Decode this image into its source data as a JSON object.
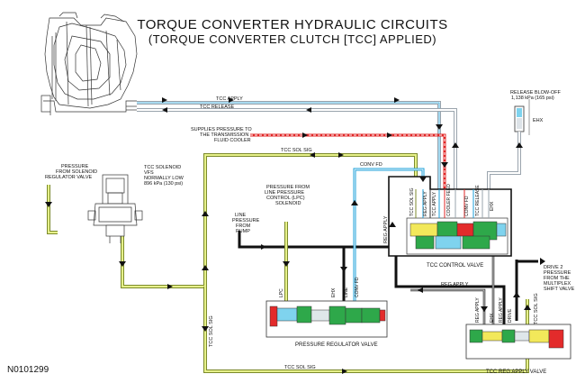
{
  "title": "TORQUE CONVERTER HYDRAULIC CIRCUITS",
  "subtitle": "(TORQUE CONVERTER CLUTCH [TCC] APPLIED)",
  "figure_id": "N0101299",
  "labels": {
    "tcc_apply": "TCC APPLY",
    "tcc_release": "TCC RELEASE",
    "release_blowoff_1": "RELEASE BLOW-OFF",
    "release_blowoff_2": "1,138 kPa (165 psi)",
    "ehx": "EHX",
    "cooler_1": "SUPPLIES PRESSURE TO",
    "cooler_2": "THE TRANSMISSION",
    "cooler_3": "FLUID COOLER",
    "tcc_sol_sig": "TCC SOL SIG",
    "pressure_sol_1": "PRESSURE",
    "pressure_sol_2": "FROM SOLENOID",
    "pressure_sol_3": "REGULATOR VALVE",
    "tcc_solenoid_1": "TCC SOLENOID",
    "tcc_solenoid_2": "VFS",
    "tcc_solenoid_3": "NORMALLY LOW",
    "tcc_solenoid_4": "896 kPa (130 psi)",
    "conv_fd": "CONV FD",
    "line_pump_1": "LINE",
    "line_pump_2": "PRESSURE",
    "line_pump_3": "FROM",
    "line_pump_4": "PUMP",
    "lpc_1": "PRESSURE FROM",
    "lpc_2": "LINE PRESSURE",
    "lpc_3": "CONTROL (LPC)",
    "lpc_4": "SOLENOID",
    "reg_apply": "REG APPLY",
    "cooler_feed": "COOLER FEED",
    "tcc_control_valve": "TCC CONTROL VALVE",
    "drive2_1": "DRIVE 2",
    "drive2_2": "PRESSURE",
    "drive2_3": "FROM THE",
    "drive2_4": "MULTIPLEX",
    "drive2_5": "SHIFT VALVE",
    "lpc": "LPC",
    "ehx_lower": "EHX",
    "line": "LINE",
    "pressure_regulator_valve": "PRESSURE REGULATOR VALVE",
    "tcc_reg_apply_valve": "TCC REG APPLY VALVE",
    "ehx_short": "EHX",
    "drive": "DRIVE"
  },
  "colors": {
    "line_black": "#111111",
    "apply_blue": "#1a9fd8",
    "cooler_red": "#e02424",
    "sol_sig_green": "#b8d43a",
    "release_gray": "#9aa4ad",
    "valve_green": "#2ea84a",
    "valve_red": "#e32b2b",
    "valve_yellow": "#f2e85a",
    "valve_cyan": "#7fd3ee"
  }
}
